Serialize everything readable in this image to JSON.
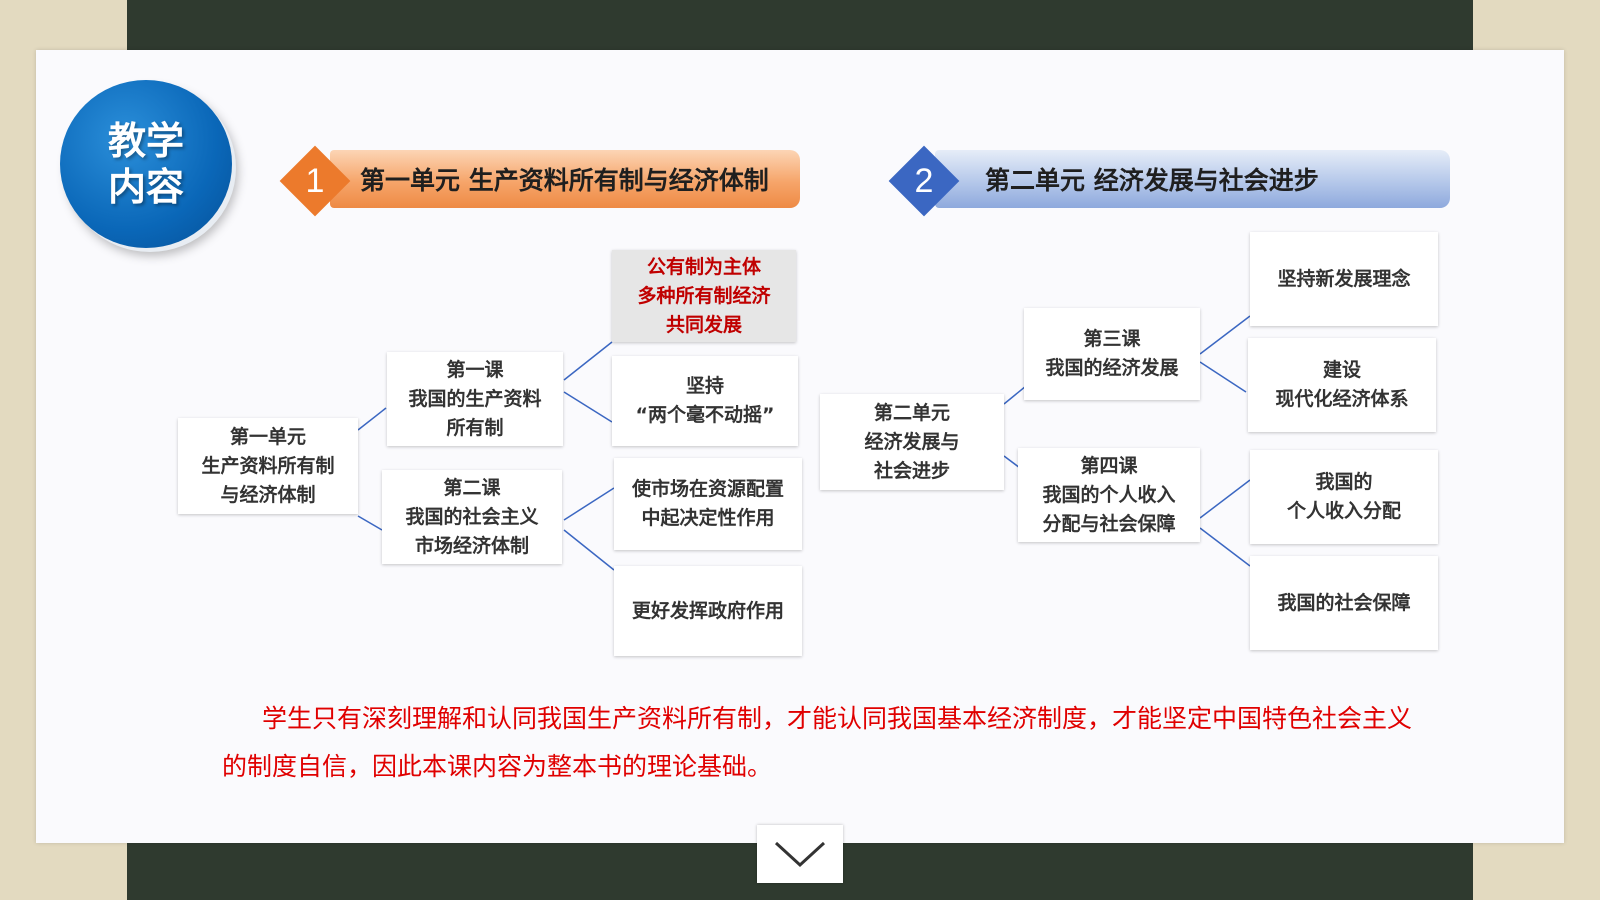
{
  "badge": {
    "line1": "教学",
    "line2": "内容"
  },
  "unit1": {
    "number": "1",
    "title": "第一单元 生产资料所有制与经济体制"
  },
  "unit2": {
    "number": "2",
    "title": "第二单元 经济发展与社会进步"
  },
  "tree1": {
    "root": [
      "第一单元",
      "生产资料所有制",
      "与经济体制"
    ],
    "lesson1": [
      "第一课",
      "我国的生产资料",
      "所有制"
    ],
    "lesson2": [
      "第二课",
      "我国的社会主义",
      "市场经济体制"
    ],
    "leaf1": [
      "公有制为主体",
      "多种所有制经济",
      "共同发展"
    ],
    "leaf2": [
      "坚持",
      "“两个毫不动摇”"
    ],
    "leaf3": [
      "使市场在资源配置",
      "中起决定性作用"
    ],
    "leaf4": [
      "更好发挥政府作用"
    ]
  },
  "tree2": {
    "root": [
      "第二单元",
      "经济发展与",
      "社会进步"
    ],
    "lesson3": [
      "第三课",
      "我国的经济发展"
    ],
    "lesson4": [
      "第四课",
      "我国的个人收入",
      "分配与社会保障"
    ],
    "leaf1": [
      "坚持新发展理念"
    ],
    "leaf2": [
      "建设",
      "现代化经济体系"
    ],
    "leaf3": [
      "我国的",
      "个人收入分配"
    ],
    "leaf4": [
      "我国的社会保障"
    ]
  },
  "summary": "学生只有深刻理解和认同我国生产资料所有制，才能认同我国基本经济制度，才能坚定中国特色社会主义的制度自信，因此本课内容为整本书的理论基础。",
  "nav": {
    "icon": "chevron-down-icon"
  },
  "colors": {
    "highlight_text": "#c00000",
    "summary_text": "#e00000",
    "connector": "#3b67c2"
  }
}
